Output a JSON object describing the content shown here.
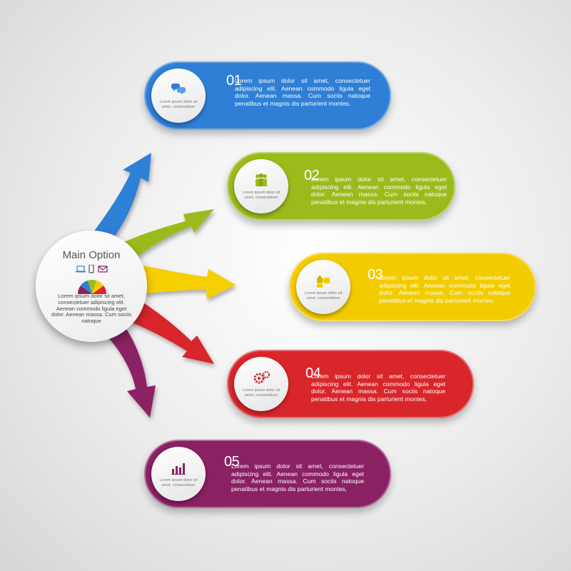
{
  "main_option": {
    "title": "Main Option",
    "text": "Lorem ipsum dolor sit amet, consectetuer adipiscing elit. Aenean commodo ligula eget dolor. Aenean massa. Cum sociis natoque"
  },
  "options": [
    {
      "number": "01",
      "color": "#2f7fd6",
      "icon": "chat-bubbles-icon",
      "caption": "Lorem ipsum dolor sit amet, consectetuer",
      "text": "Lorem ipsum dolor sit amet, consectetuer adipiscing elit. Aenean commodo ligula eget dolor. Aenean massa. Cum sociis natoque penatibus et magnis dis parturient montes,"
    },
    {
      "number": "02",
      "color": "#9bbb1c",
      "icon": "people-group-icon",
      "caption": "Lorem ipsum dolor sit amet, consectetuer",
      "text": "Lorem ipsum dolor sit amet, consectetuer adipiscing elit. Aenean commodo ligula eget dolor. Aenean massa. Cum sociis natoque penatibus et magnis dis parturient montes,"
    },
    {
      "number": "03",
      "color": "#f2cc00",
      "icon": "puzzle-icon",
      "caption": "Lorem ipsum dolor sit amet, consectetuer",
      "text": "Lorem ipsum dolor sit amet, consectetuer adipiscing elit. Aenean commodo ligula eget dolor. Aenean massa. Cum sociis natoque penatibus et magnis dis parturient montes,"
    },
    {
      "number": "04",
      "color": "#d8262b",
      "icon": "gears-icon",
      "caption": "Lorem ipsum dolor sit amet, consectetuer",
      "text": "Lorem ipsum dolor sit amet, consectetuer adipiscing elit. Aenean commodo ligula eget dolor. Aenean massa. Cum sociis natoque penatibus et magnis dis parturient montes,"
    },
    {
      "number": "05",
      "color": "#8a2163",
      "icon": "bar-chart-icon",
      "caption": "Lorem ipsum dolor sit amet, consectetuer",
      "text": "Lorem ipsum dolor sit amet, consectetuer adipiscing elit. Aenean commodo ligula eget dolor. Aenean massa. Cum sociis natoque penatibus et magnis dis parturient montes,"
    }
  ]
}
